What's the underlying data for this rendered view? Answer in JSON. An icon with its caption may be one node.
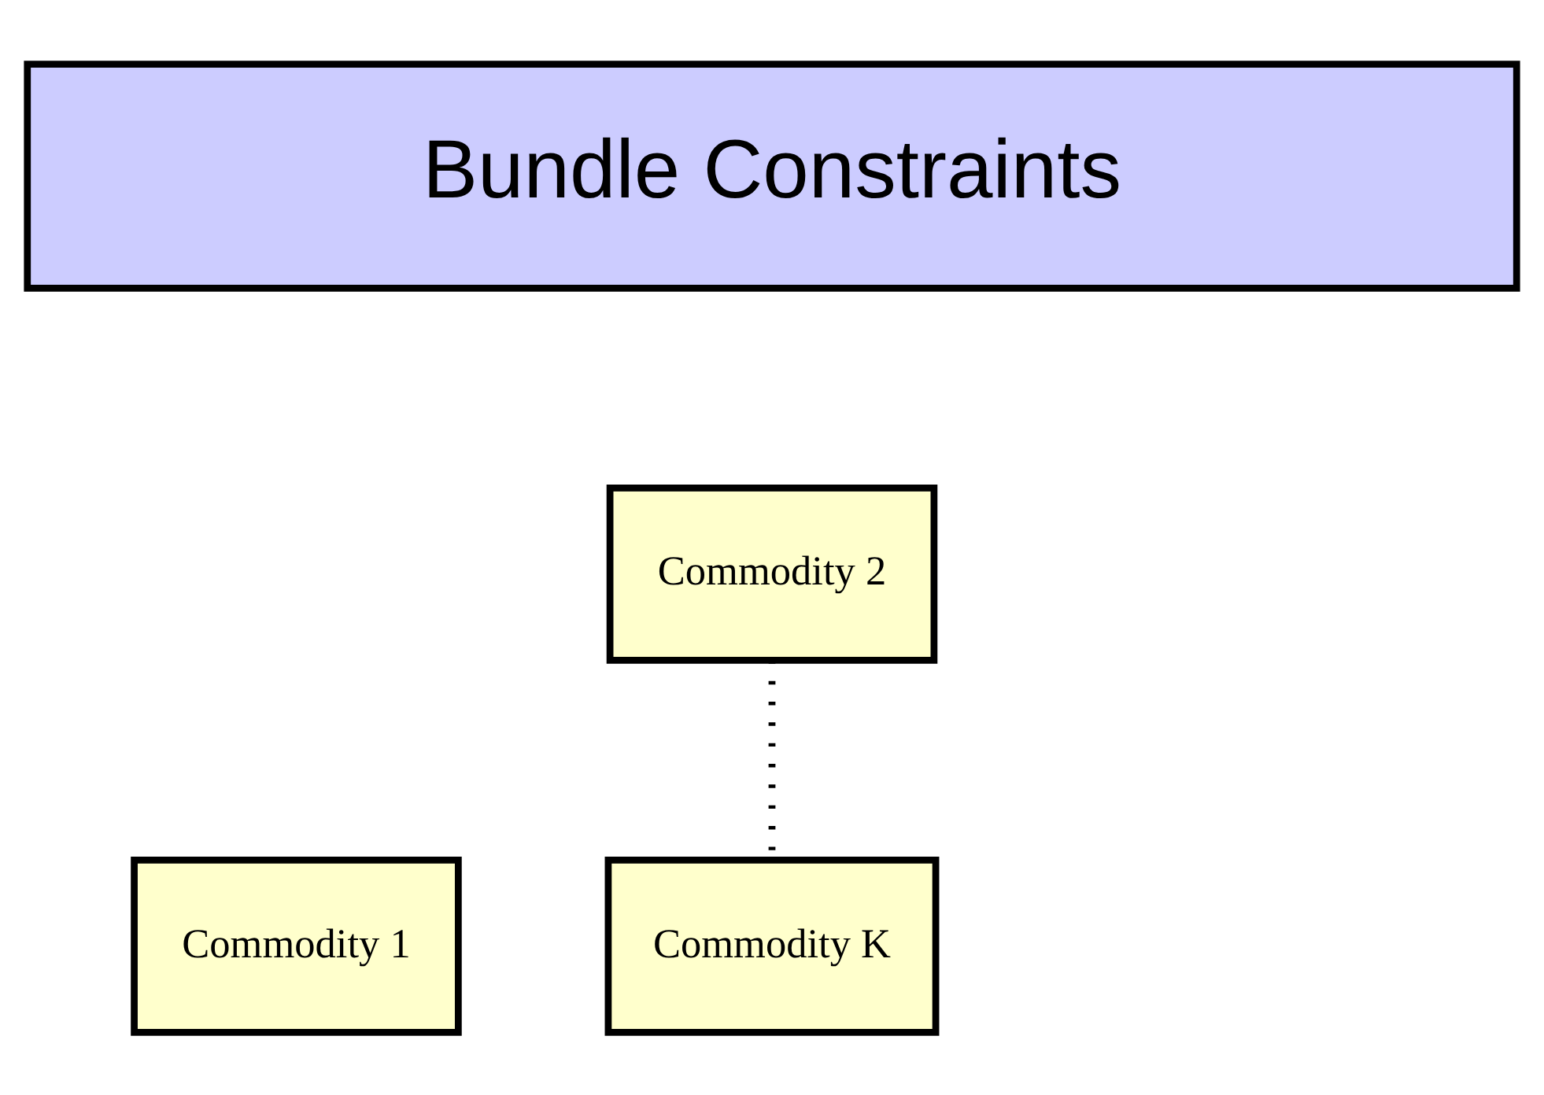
{
  "diagram": {
    "nodes": [
      {
        "text": [
          "Bundle Constraints"
        ]
      },
      {
        "text": [
          "Commodity 1"
        ]
      },
      {
        "text": [
          "Commodity 2"
        ]
      },
      {
        "text": [
          "Commodity K"
        ]
      }
    ],
    "edges": [
      {
        "from": 2,
        "to": 3,
        "arrow": "none",
        "style": "dashed"
      }
    ]
  }
}
